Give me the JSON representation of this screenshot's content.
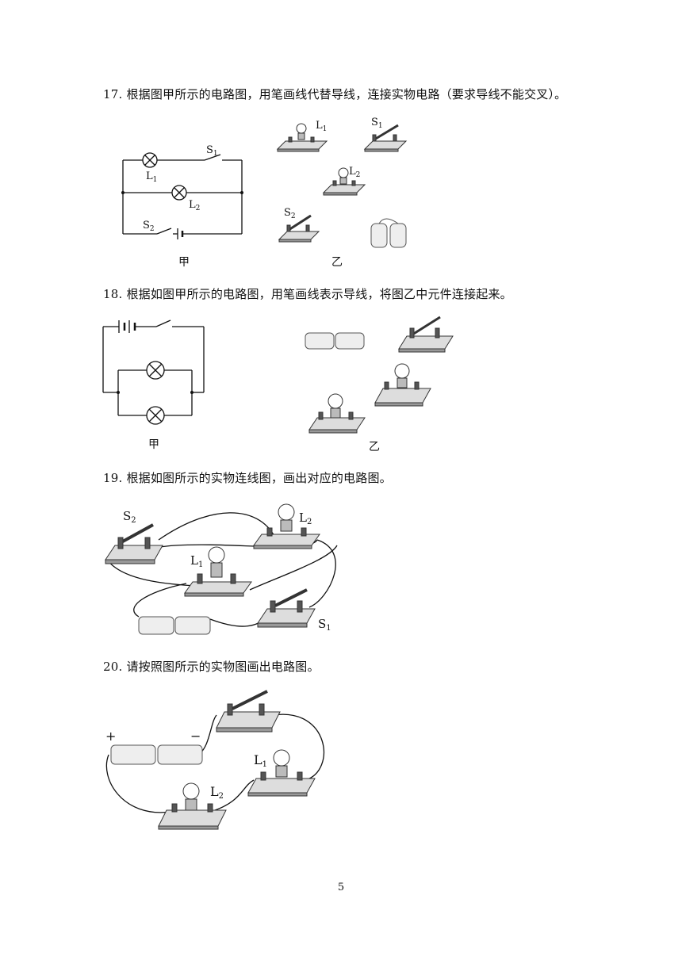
{
  "questions": [
    {
      "number": "17.",
      "text": "根据图甲所示的电路图，用笔画线代替导线，连接实物电路（要求导线不能交叉）。"
    },
    {
      "number": "18.",
      "text": "根据如图甲所示的电路图，用笔画线表示导线，将图乙中元件连接起来。"
    },
    {
      "number": "19.",
      "text": "根据如图所示的实物连线图，画出对应的电路图。"
    },
    {
      "number": "20.",
      "text": "请按照图所示的实物图画出电路图。"
    }
  ],
  "figures": {
    "q17": {
      "caption_a": "甲",
      "caption_b": "乙",
      "L1": "L",
      "L1_sub": "1",
      "L2": "L",
      "L2_sub": "2",
      "S1": "S",
      "S1_sub": "1",
      "S2": "S",
      "S2_sub": "2"
    },
    "q18": {
      "caption_a": "甲",
      "caption_b": "乙"
    },
    "q19": {
      "S2": "S",
      "S2_sub": "2",
      "L2": "L",
      "L2_sub": "2",
      "L1": "L",
      "L1_sub": "1",
      "S1": "S",
      "S1_sub": "1"
    },
    "q20": {
      "plus": "+",
      "minus": "−",
      "L1": "L",
      "L1_sub": "1",
      "L2": "L",
      "L2_sub": "2"
    }
  },
  "page_number": "5"
}
